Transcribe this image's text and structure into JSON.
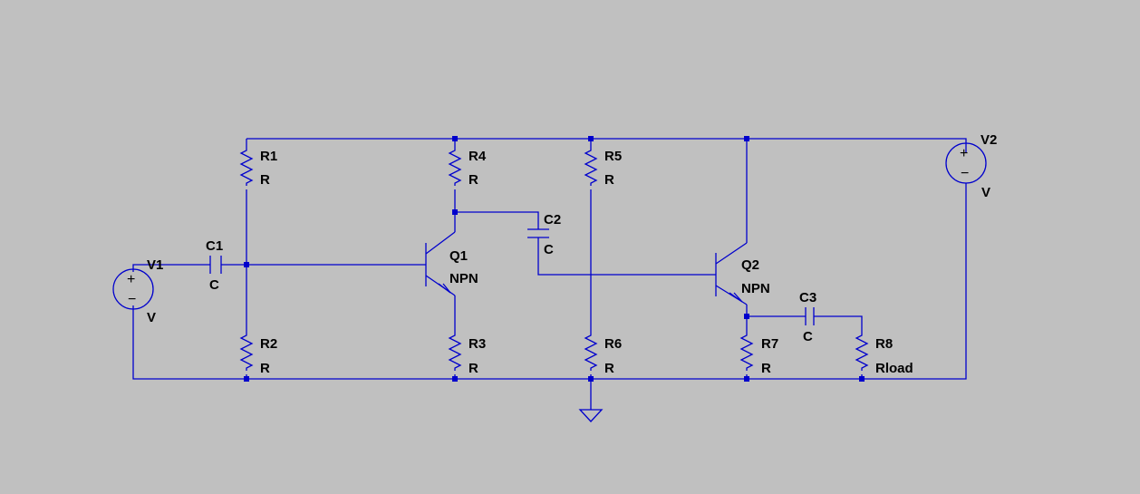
{
  "schematic": {
    "colors": {
      "background": "#c0c0c0",
      "wire": "#0000cc",
      "text": "#000000"
    },
    "components": [
      {
        "ref": "R1",
        "value": "R",
        "kind": "resistor"
      },
      {
        "ref": "R2",
        "value": "R",
        "kind": "resistor"
      },
      {
        "ref": "R3",
        "value": "R",
        "kind": "resistor"
      },
      {
        "ref": "R4",
        "value": "R",
        "kind": "resistor"
      },
      {
        "ref": "R5",
        "value": "R",
        "kind": "resistor"
      },
      {
        "ref": "R6",
        "value": "R",
        "kind": "resistor"
      },
      {
        "ref": "R7",
        "value": "R",
        "kind": "resistor"
      },
      {
        "ref": "R8",
        "value": "Rload",
        "kind": "resistor"
      },
      {
        "ref": "C1",
        "value": "C",
        "kind": "capacitor"
      },
      {
        "ref": "C2",
        "value": "C",
        "kind": "capacitor"
      },
      {
        "ref": "C3",
        "value": "C",
        "kind": "capacitor"
      },
      {
        "ref": "Q1",
        "value": "NPN",
        "kind": "npn-transistor"
      },
      {
        "ref": "Q2",
        "value": "NPN",
        "kind": "npn-transistor"
      },
      {
        "ref": "V1",
        "value": "V",
        "kind": "voltage-source"
      },
      {
        "ref": "V2",
        "value": "V",
        "kind": "voltage-source"
      }
    ],
    "source_symbols": {
      "plus": "+",
      "minus": "−"
    }
  }
}
